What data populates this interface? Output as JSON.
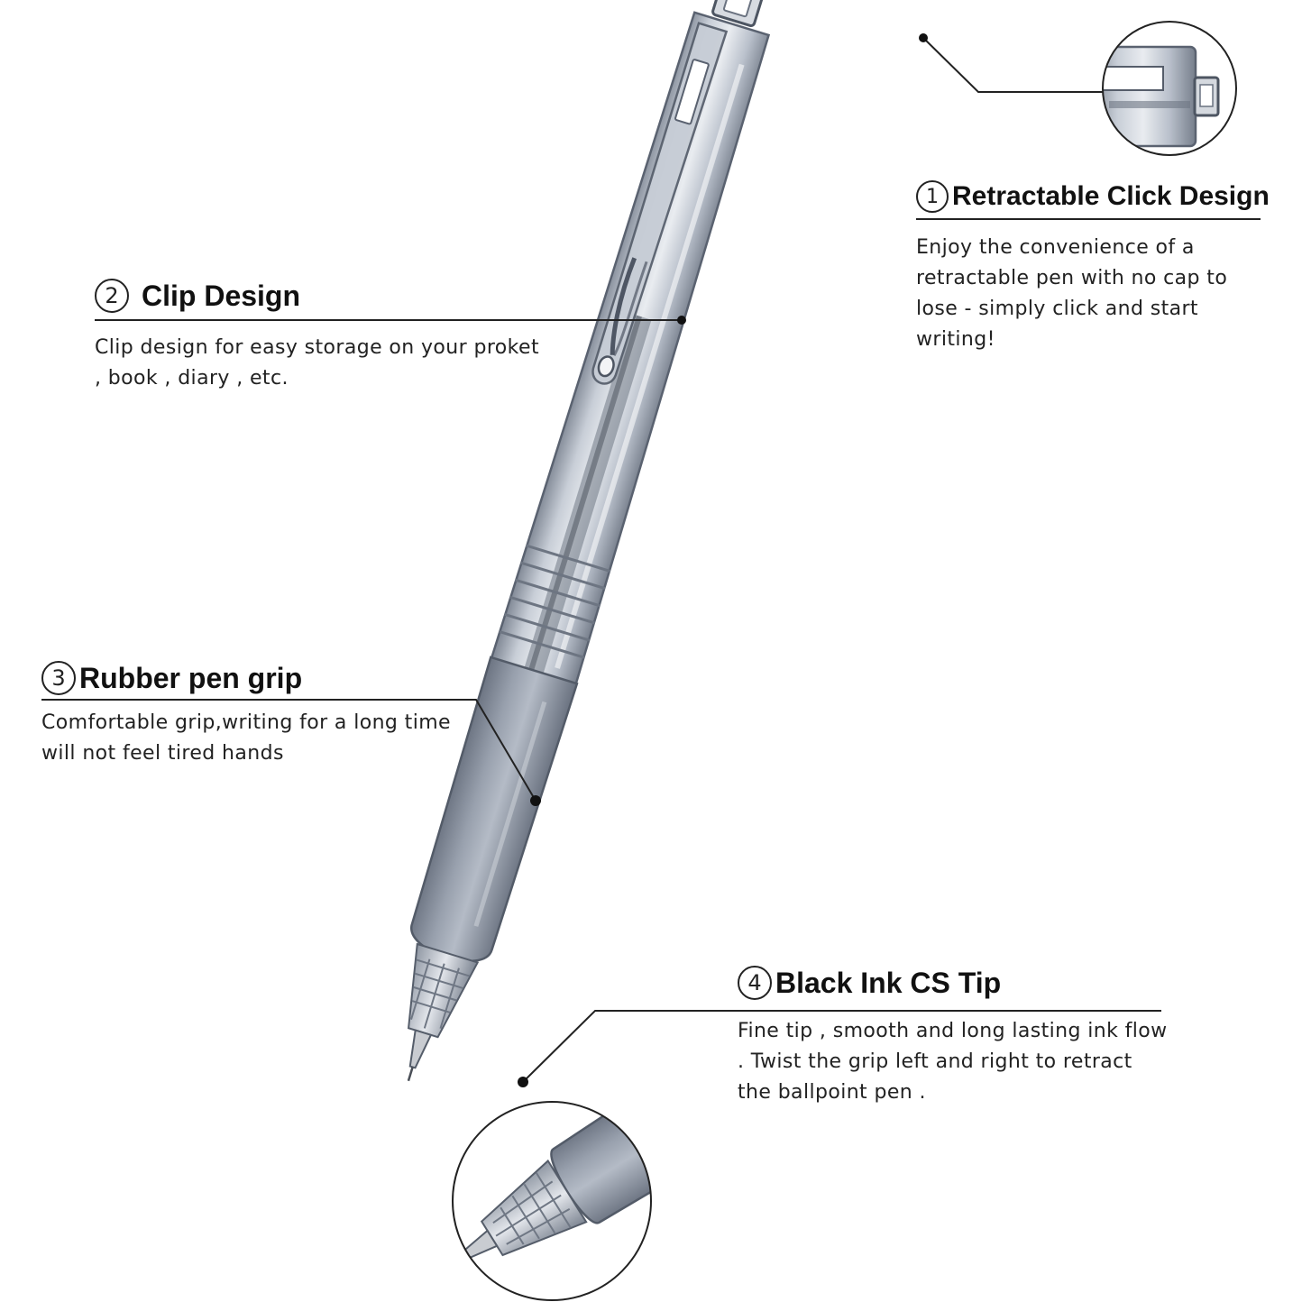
{
  "features": [
    {
      "number": "1",
      "title": "Retractable Click Design",
      "description": "Enjoy the convenience of a retractable pen with no cap to lose - simply click and start writing!"
    },
    {
      "number": "2",
      "title": "Clip Design",
      "description": "Clip design for easy storage on your proket , book , diary , etc."
    },
    {
      "number": "3",
      "title": "Rubber pen grip",
      "description": "Comfortable grip,writing for a long time will not feel tired hands"
    },
    {
      "number": "4",
      "title": "Black Ink CS Tip",
      "description": "Fine tip , smooth and long lasting ink flow . Twist the grip left and right to retract the ballpoint pen ."
    }
  ],
  "colors": {
    "pen_body": "#aeb6c3",
    "pen_grip": "#8e97a5",
    "outline": "#5a6270",
    "text": "#1a1a1a",
    "line": "#222222"
  },
  "icons": [
    "pen-illustration",
    "click-detail-zoom",
    "tip-detail-zoom"
  ]
}
